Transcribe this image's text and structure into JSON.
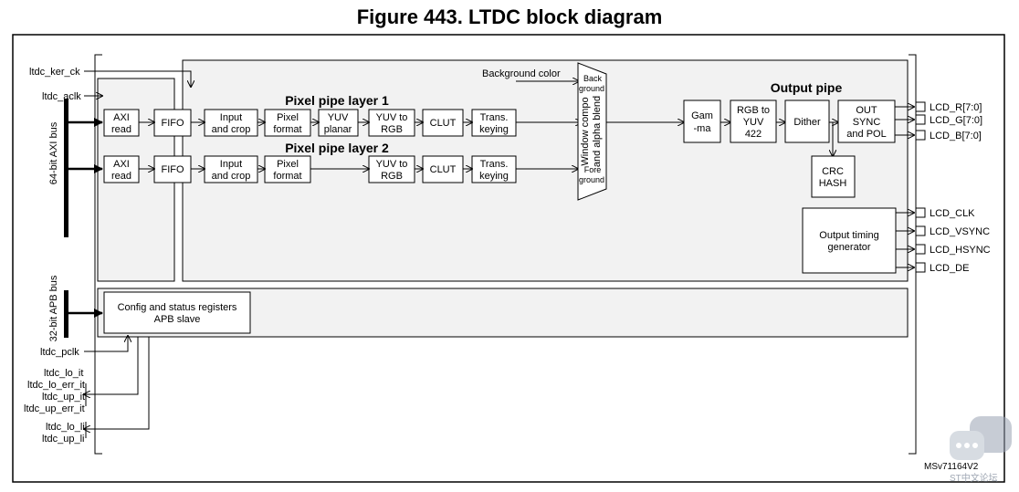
{
  "title": "Figure 443. LTDC block diagram",
  "footer_id": "MSv71164V2",
  "watermark": "ST中文论坛",
  "inputs": {
    "ker_ck": "ltdc_ker_ck",
    "aclk": "ltdc_aclk",
    "pclk": "ltdc_pclk"
  },
  "buses": {
    "axi": "64-bit AXI bus",
    "apb": "32-bit APB bus"
  },
  "interrupts": [
    "ltdc_lo_it",
    "ltdc_lo_err_it",
    "ltdc_up_it",
    "ltdc_up_err_it"
  ],
  "line_irq": [
    "ltdc_lo_li",
    "ltdc_up_li"
  ],
  "layer1": {
    "title": "Pixel pipe layer 1",
    "blocks": [
      [
        "AXI",
        "read"
      ],
      [
        "FIFO"
      ],
      [
        "Input",
        "and crop"
      ],
      [
        "Pixel",
        "format"
      ],
      [
        "YUV",
        "planar"
      ],
      [
        "YUV to",
        "RGB"
      ],
      [
        "CLUT"
      ],
      [
        "Trans.",
        "keying"
      ]
    ]
  },
  "layer2": {
    "title": "Pixel pipe layer 2",
    "blocks": [
      [
        "AXI",
        "read"
      ],
      [
        "FIFO"
      ],
      [
        "Input",
        "and crop"
      ],
      [
        "Pixel",
        "format"
      ],
      [
        "YUV to",
        "RGB"
      ],
      [
        "CLUT"
      ],
      [
        "Trans.",
        "keying"
      ]
    ]
  },
  "blend": {
    "background_color": "Background color",
    "back": [
      "Back",
      "ground"
    ],
    "fore": [
      "Fore",
      "ground"
    ],
    "label": [
      "Window compo",
      "and alpha blend"
    ]
  },
  "output": {
    "title": "Output pipe",
    "gamma": [
      "Gam",
      "-ma"
    ],
    "rgb_yuv": [
      "RGB to",
      "YUV",
      "422"
    ],
    "dither": [
      "Dither"
    ],
    "out_sync": [
      "OUT",
      "SYNC",
      "and POL"
    ],
    "crc": [
      "CRC",
      "HASH"
    ],
    "timing": [
      "Output timing",
      "generator"
    ]
  },
  "config": [
    "Config and status registers",
    "APB slave"
  ],
  "pins": [
    "LCD_R[7:0]",
    "LCD_G[7:0]",
    "LCD_B[7:0]",
    "LCD_CLK",
    "LCD_VSYNC",
    "LCD_HSYNC",
    "LCD_DE"
  ]
}
